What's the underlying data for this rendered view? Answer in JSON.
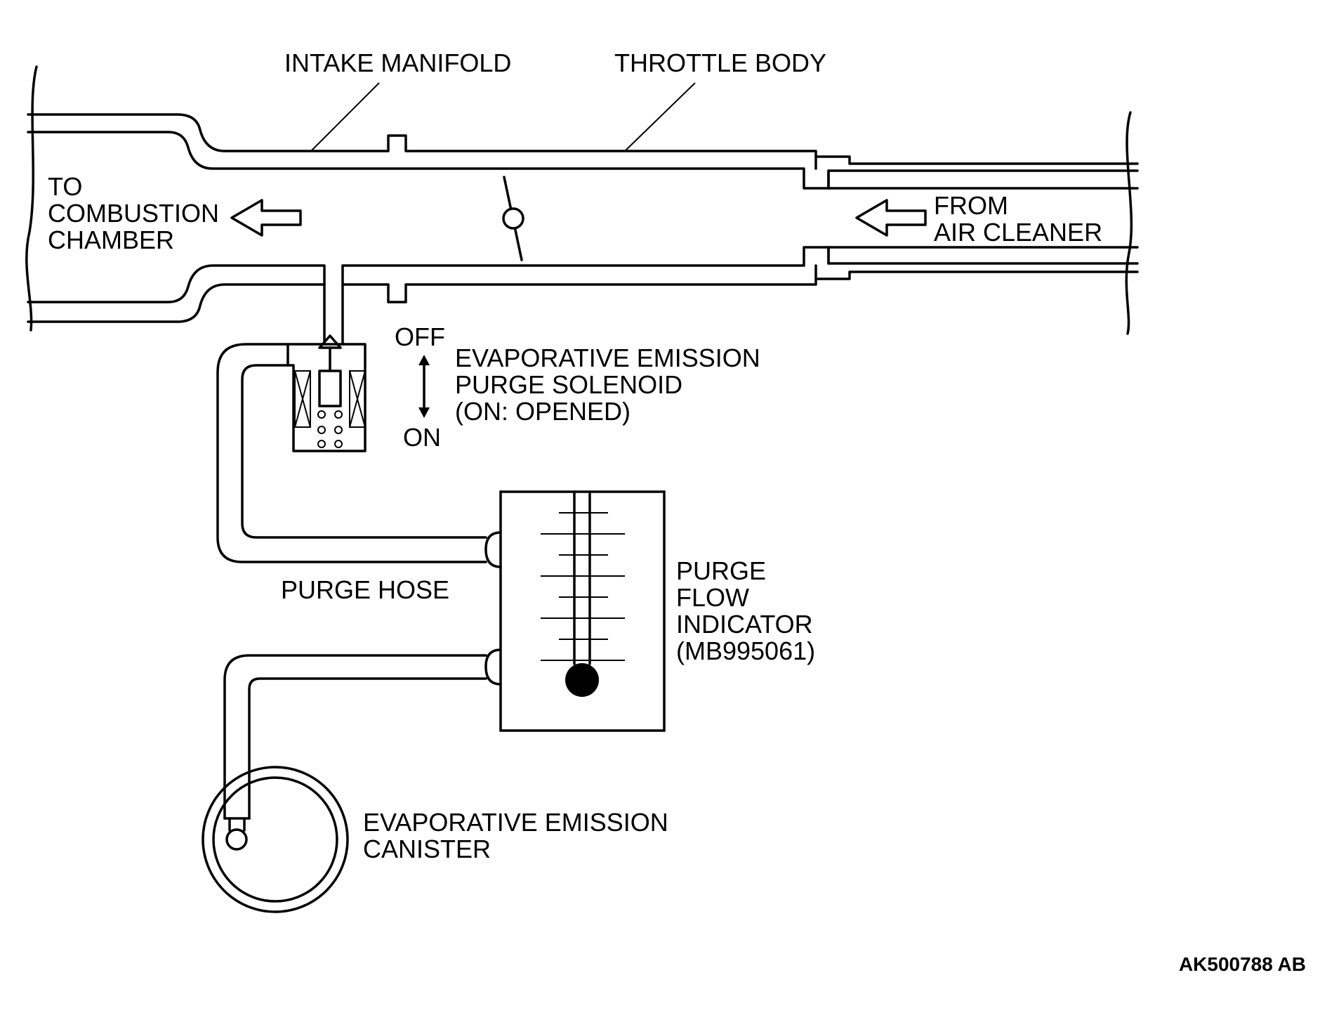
{
  "labels": {
    "intake_manifold": "INTAKE MANIFOLD",
    "throttle_body": "THROTTLE BODY",
    "to_combustion": [
      "TO",
      "COMBUSTION",
      "CHAMBER"
    ],
    "from_air_cleaner": [
      "FROM",
      "AIR CLEANER"
    ],
    "off": "OFF",
    "on": "ON",
    "solenoid": [
      "EVAPORATIVE EMISSION",
      "PURGE SOLENOID",
      "(ON: OPENED)"
    ],
    "purge_hose": "PURGE HOSE",
    "purge_flow_indicator": [
      "PURGE",
      "FLOW",
      "INDICATOR",
      "(MB995061)"
    ],
    "canister": [
      "EVAPORATIVE EMISSION",
      "CANISTER"
    ],
    "reference_code": "AK500788 AB"
  }
}
